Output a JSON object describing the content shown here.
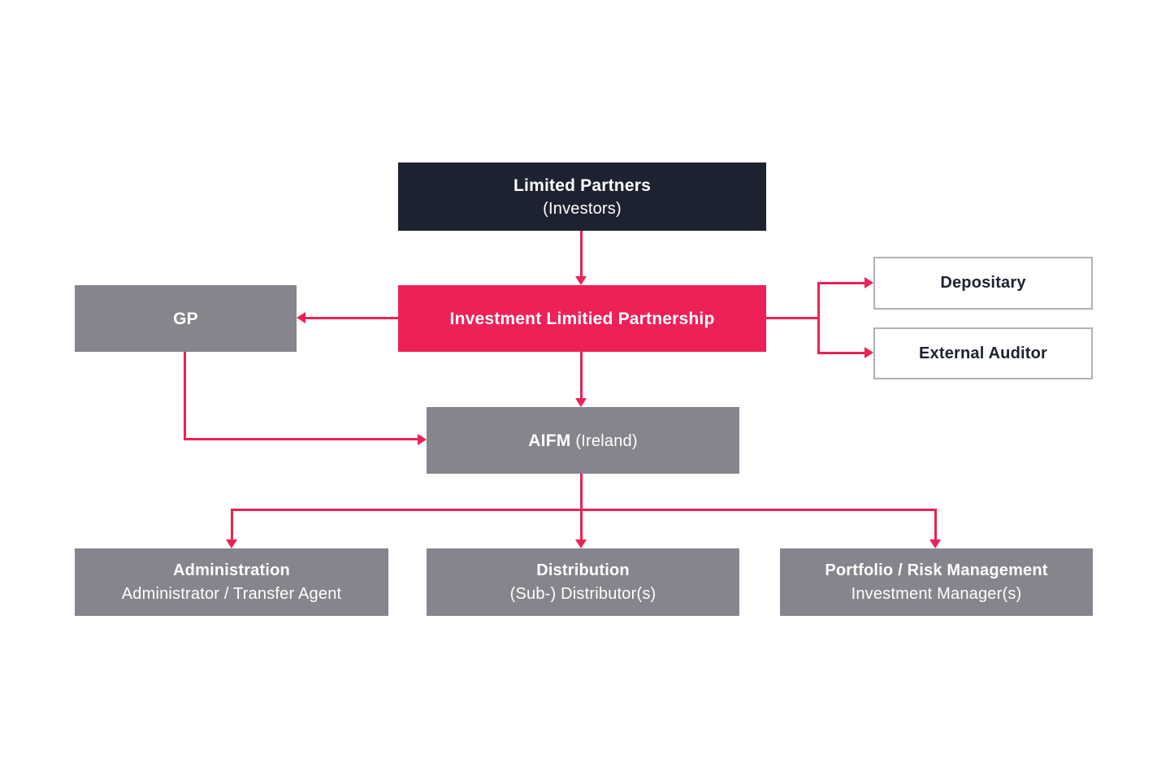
{
  "colors": {
    "accent": "#ed2155",
    "navy": "#1d2230",
    "gray": "#85858d",
    "box-border": "#b1b1b6",
    "background": "#ffffff"
  },
  "nodes": {
    "limited_partners": {
      "line1": "Limited Partners",
      "line2": "(Investors)"
    },
    "ilp": {
      "label": "Investment Limitied Partnership"
    },
    "gp": {
      "label": "GP"
    },
    "depositary": {
      "label": "Depositary"
    },
    "external_auditor": {
      "label": "External Auditor"
    },
    "aifm": {
      "bold": "AIFM",
      "rest": "(Ireland)"
    },
    "administration": {
      "line1": "Administration",
      "line2": "Administrator / Transfer Agent"
    },
    "distribution": {
      "line1": "Distribution",
      "line2": "(Sub-) Distributor(s)"
    },
    "portfolio_risk": {
      "line1": "Portfolio / Risk Management",
      "line2": "Investment Manager(s)"
    }
  },
  "edges": [
    {
      "from": "limited-partners",
      "to": "investment-limitied-partnership"
    },
    {
      "from": "investment-limitied-partnership",
      "to": "gp"
    },
    {
      "from": "investment-limitied-partnership",
      "to": "depositary"
    },
    {
      "from": "investment-limitied-partnership",
      "to": "external-auditor"
    },
    {
      "from": "investment-limitied-partnership",
      "to": "aifm-ireland"
    },
    {
      "from": "gp",
      "to": "aifm-ireland"
    },
    {
      "from": "aifm-ireland",
      "to": "administration"
    },
    {
      "from": "aifm-ireland",
      "to": "distribution"
    },
    {
      "from": "aifm-ireland",
      "to": "portfolio-risk-management"
    }
  ]
}
